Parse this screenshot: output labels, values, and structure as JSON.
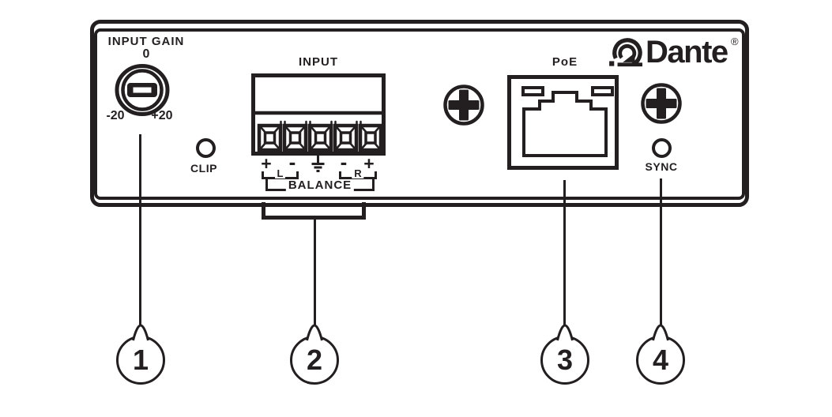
{
  "colors": {
    "ink": "#231f20",
    "paper": "#ffffff"
  },
  "device": {
    "gain": {
      "title": "INPUT GAIN",
      "zero": "0",
      "min": "-20",
      "max": "+20"
    },
    "clip": {
      "label": "CLIP"
    },
    "input": {
      "title": "INPUT",
      "terminals": [
        "+",
        "-",
        "⏚",
        "-",
        "+"
      ],
      "left_channel": "L",
      "right_channel": "R",
      "balance": "BALANCE"
    },
    "network": {
      "poe": "PoE"
    },
    "sync": {
      "label": "SYNC"
    },
    "brand": {
      "name": "Dante",
      "registered": "®"
    }
  },
  "callouts": [
    {
      "number": "1"
    },
    {
      "number": "2"
    },
    {
      "number": "3"
    },
    {
      "number": "4"
    }
  ]
}
